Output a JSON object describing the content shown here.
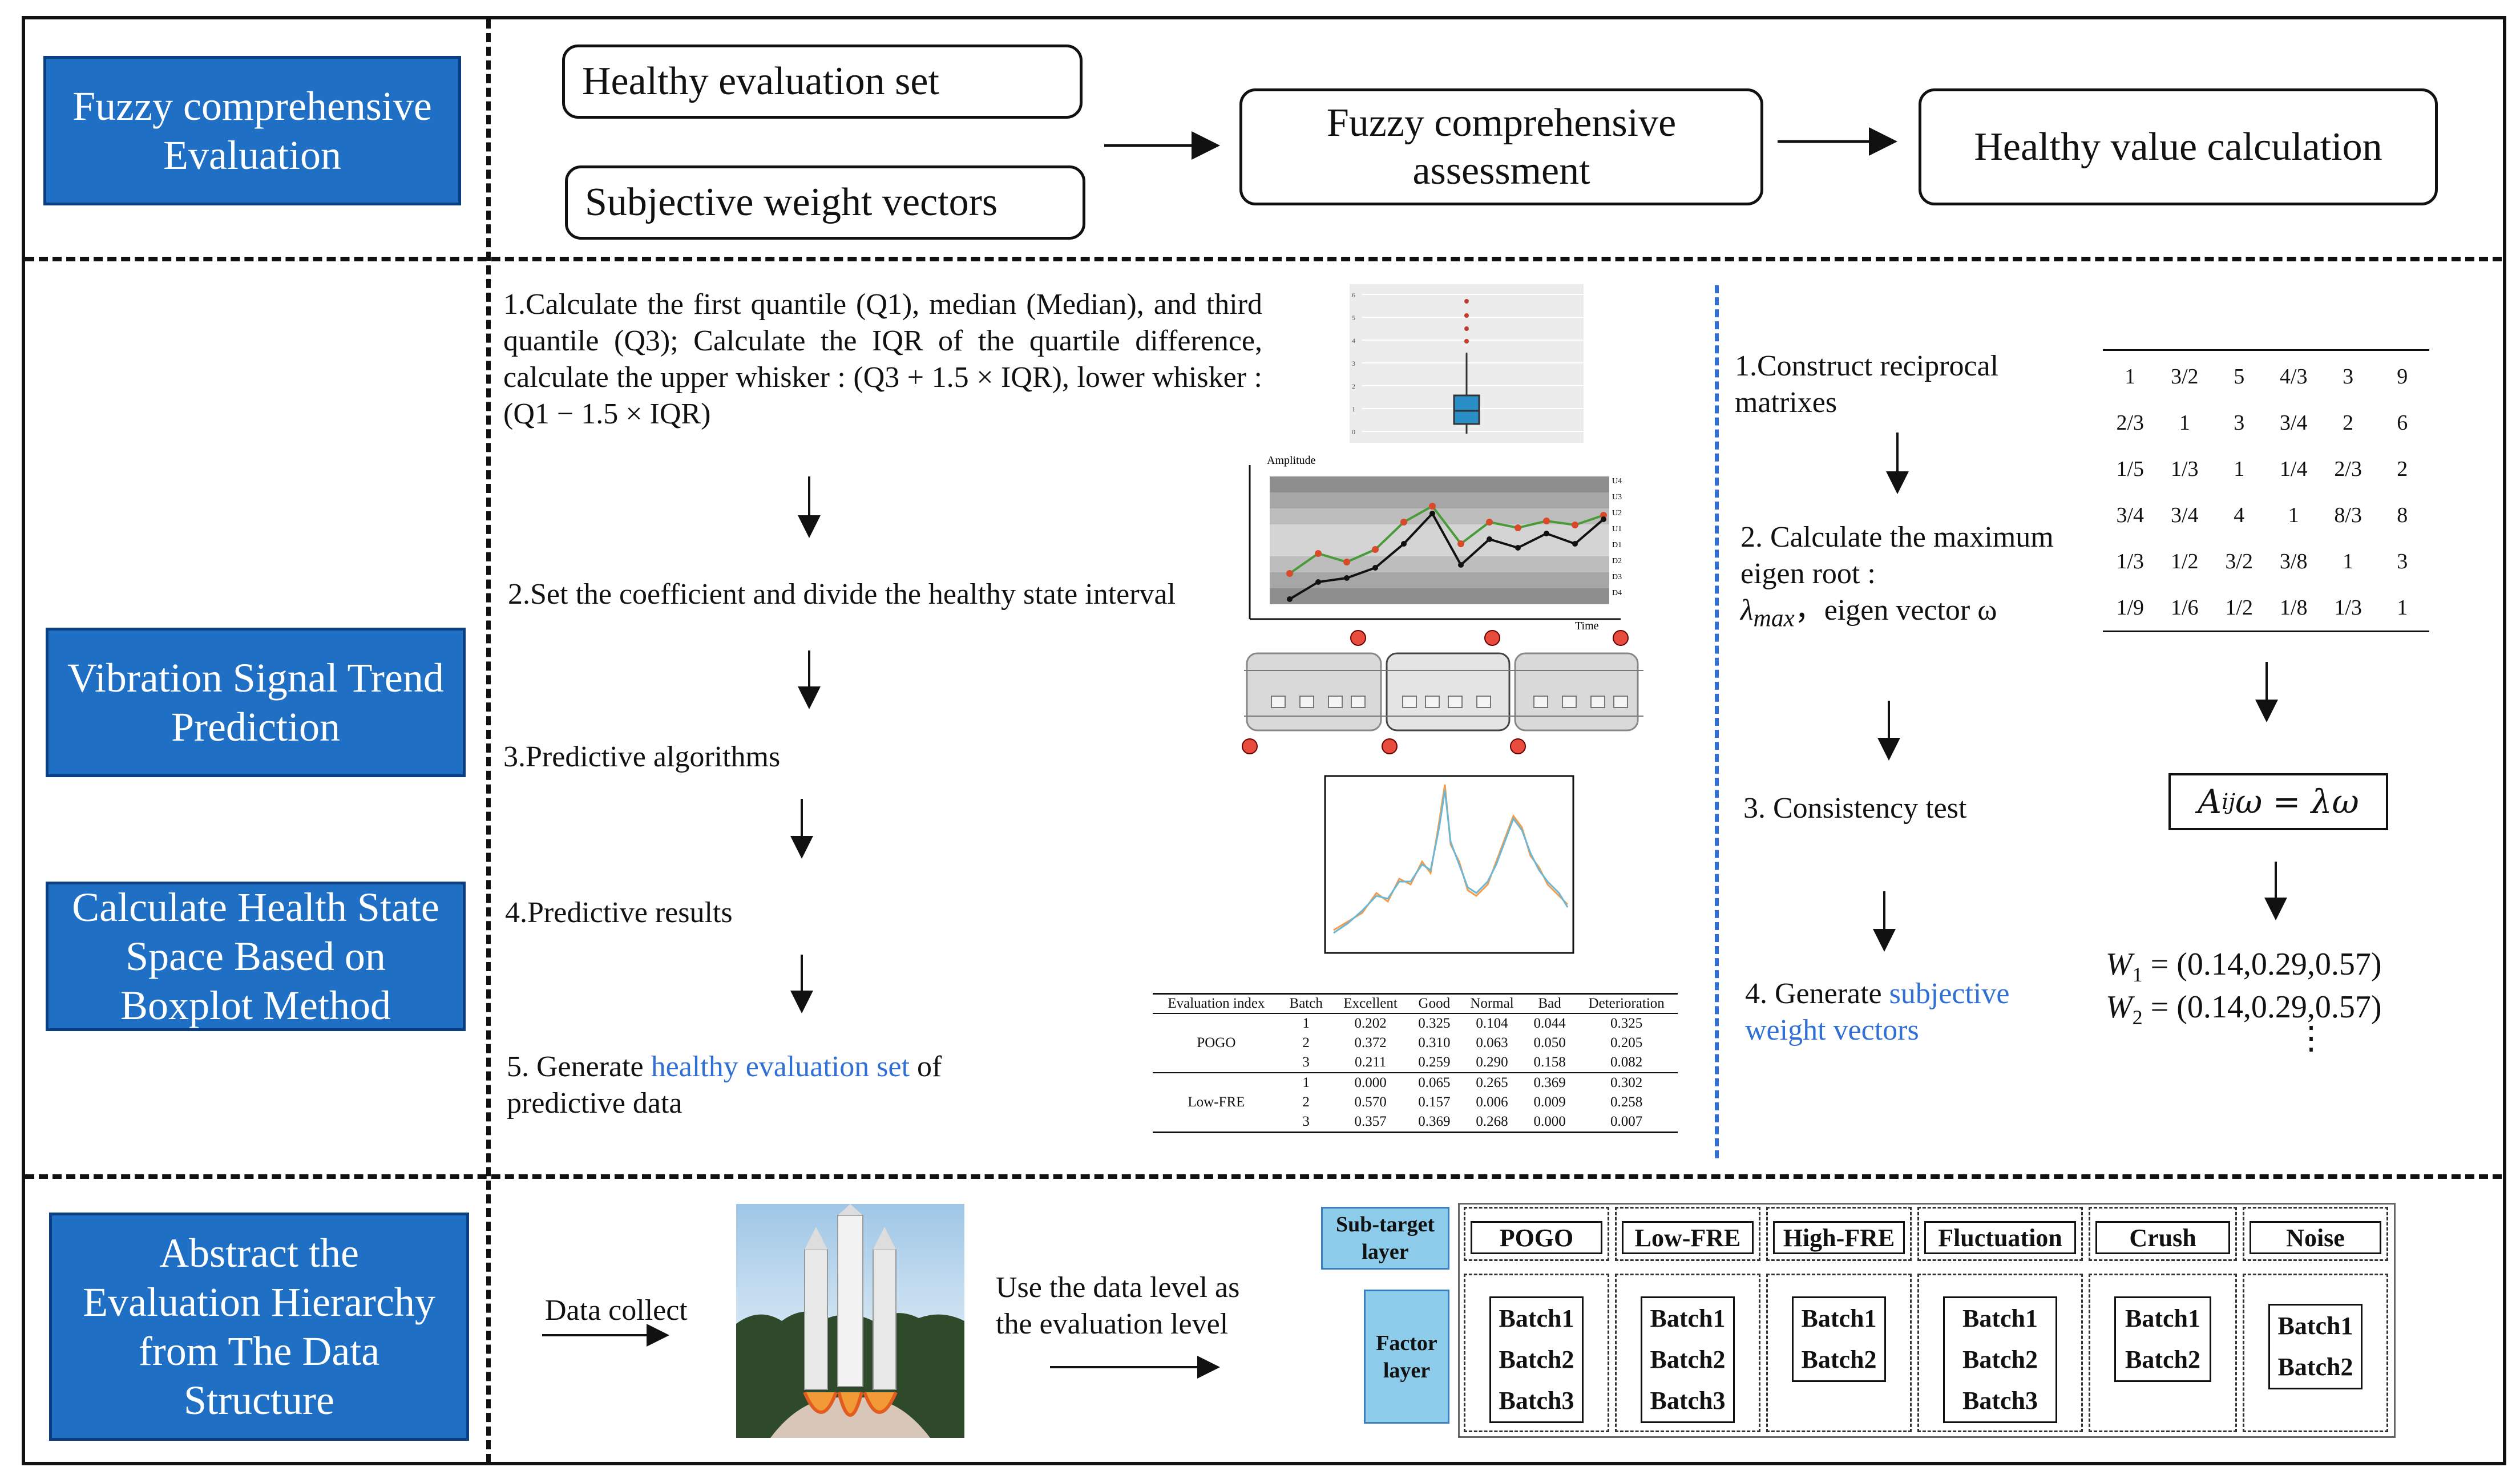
{
  "colors": {
    "blue_box": "#1f6fc5",
    "blue_text": "#2f6fd6",
    "label_bg": "#8ccbe9"
  },
  "row1": {
    "label": "Fuzzy comprehensive Evaluation",
    "healthy_set": "Healthy evaluation set",
    "subjective": "Subjective weight vectors",
    "fuzzy_assess": "Fuzzy comprehensive assessment",
    "health_value": "Healthy value calculation"
  },
  "row2": {
    "label_vibration": "Vibration Signal Trend Prediction",
    "label_health": "Calculate Health State Space Based on Boxplot Method",
    "step1": "1.Calculate the first quantile (Q1), median (Median), and third quantile (Q3); Calculate the IQR of the quartile difference, calculate the upper whisker : (Q3 + 1.5 × IQR), lower whisker : (Q1 − 1.5 × IQR)",
    "step2": "2.Set the coefficient and divide the healthy state interval",
    "step3": "3.Predictive algorithms",
    "step4": "4.Predictive results",
    "step5_pre": "5. Generate ",
    "step5_link": "healthy evaluation set",
    "step5_post": " of predictive data",
    "chart_amplitude": "Amplitude",
    "chart_time": "Time",
    "chart_levels": [
      "U4",
      "U3",
      "U2",
      "U1",
      "D1",
      "D2",
      "D3",
      "D4"
    ],
    "boxplot_ticks": [
      "6",
      "5",
      "4",
      "3",
      "2",
      "1",
      "0"
    ],
    "ahp1": "1.Construct reciprocal matrixes",
    "ahp2": "2. Calculate the maximum eigen root :",
    "ahp2b_sym": "λ",
    "ahp2b_sub": "max",
    "ahp2b_rest": "，eigen vector ω",
    "ahp3": "3. Consistency test",
    "ahp4_pre": "4. Generate ",
    "ahp4_link": "subjective weight vectors",
    "matrix": [
      [
        "1",
        "3/2",
        "5",
        "4/3",
        "3",
        "9"
      ],
      [
        "2/3",
        "1",
        "3",
        "3/4",
        "2",
        "6"
      ],
      [
        "1/5",
        "1/3",
        "1",
        "1/4",
        "2/3",
        "2"
      ],
      [
        "3/4",
        "3/4",
        "4",
        "1",
        "8/3",
        "8"
      ],
      [
        "1/3",
        "1/2",
        "3/2",
        "3/8",
        "1",
        "3"
      ],
      [
        "1/9",
        "1/6",
        "1/2",
        "1/8",
        "1/3",
        "1"
      ]
    ],
    "eq_A": "A",
    "eq_sub": "ij",
    "eq_rest": "ω = λω",
    "w1_sym": "W",
    "w1_sub": "1",
    "w1_val": " = (0.14,0.29,0.57)",
    "w2_sym": "W",
    "w2_sub": "2",
    "w2_val": " = (0.14,0.29,0.57)",
    "vdots": "⋮"
  },
  "eval_table": {
    "headers": [
      "Evaluation index",
      "Batch",
      "Excellent",
      "Good",
      "Normal",
      "Bad",
      "Deterioration"
    ],
    "groups": [
      {
        "name": "POGO",
        "rows": [
          [
            "1",
            "0.202",
            "0.325",
            "0.104",
            "0.044",
            "0.325"
          ],
          [
            "2",
            "0.372",
            "0.310",
            "0.063",
            "0.050",
            "0.205"
          ],
          [
            "3",
            "0.211",
            "0.259",
            "0.290",
            "0.158",
            "0.082"
          ]
        ]
      },
      {
        "name": "Low-FRE",
        "rows": [
          [
            "1",
            "0.000",
            "0.065",
            "0.265",
            "0.369",
            "0.302"
          ],
          [
            "2",
            "0.570",
            "0.157",
            "0.006",
            "0.009",
            "0.258"
          ],
          [
            "3",
            "0.357",
            "0.369",
            "0.268",
            "0.000",
            "0.007"
          ]
        ]
      }
    ]
  },
  "row3": {
    "label": "Abstract the Evaluation Hierarchy from The Data Structure",
    "data_collect": "Data collect",
    "use_level": "Use the data level as the evaluation level",
    "subtarget": "Sub-target layer",
    "factor": "Factor layer",
    "targets": [
      "POGO",
      "Low-FRE",
      "High-FRE",
      "Fluctuation",
      "Crush",
      "Noise"
    ],
    "batches": [
      [
        "Batch1",
        "Batch2",
        "Batch3"
      ],
      [
        "Batch1",
        "Batch2",
        "Batch3"
      ],
      [
        "Batch1",
        "Batch2"
      ],
      [
        "Batch1",
        "Batch2",
        "Batch3"
      ],
      [
        "Batch1",
        "Batch2"
      ],
      [
        "Batch1",
        "Batch2"
      ]
    ]
  }
}
